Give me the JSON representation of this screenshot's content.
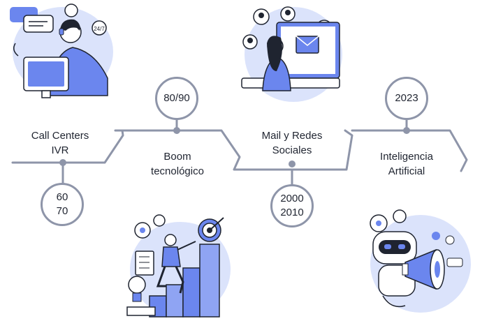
{
  "milestones": [
    {
      "title": "Call Centers\nIVR",
      "period": "60\n70",
      "icon": "call-center-agent-illustration"
    },
    {
      "title": "Boom\ntecnológico",
      "period": "80/90",
      "icon": "growth-target-illustration"
    },
    {
      "title": "Mail y Redes\nSociales",
      "period": "2000\n2010",
      "icon": "email-social-illustration"
    },
    {
      "title": "Inteligencia\nArtificial",
      "period": "2023",
      "icon": "ai-robot-illustration"
    }
  ],
  "colors": {
    "line": "#8e95a9",
    "accent": "#6b86ee",
    "light": "#dbe3fb",
    "ink": "#1f2430"
  }
}
